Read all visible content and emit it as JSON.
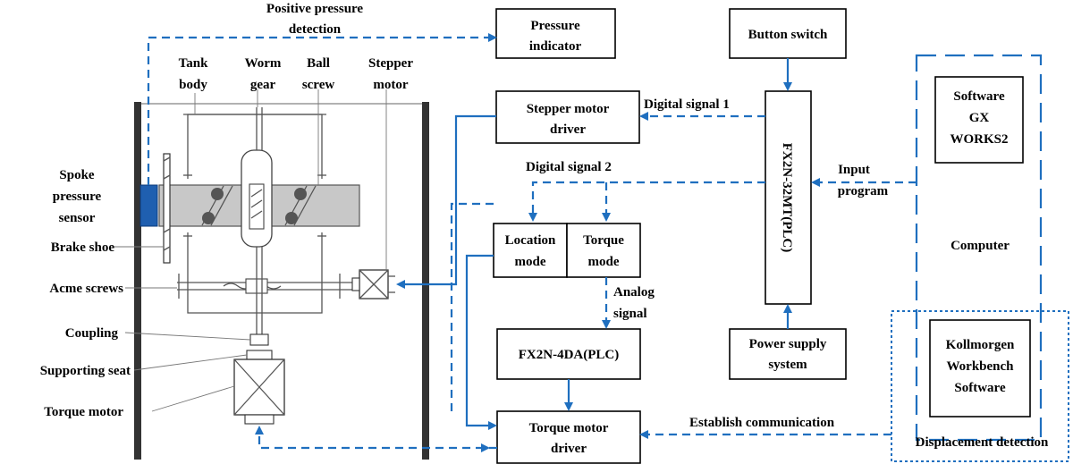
{
  "labels": {
    "positive_pressure_line1": "Positive pressure",
    "positive_pressure_line2": "detection",
    "tank_body_line1": "Tank",
    "tank_body_line2": "body",
    "worm_gear_line1": "Worm",
    "worm_gear_line2": "gear",
    "ball_screw_line1": "Ball",
    "ball_screw_line2": "screw",
    "stepper_motor_line1": "Stepper",
    "stepper_motor_line2": "motor",
    "spoke_line1": "Spoke",
    "spoke_line2": "pressure",
    "spoke_line3": "sensor",
    "brake_shoe": "Brake shoe",
    "acme_screws": "Acme screws",
    "coupling": "Coupling",
    "supporting_seat": "Supporting seat",
    "torque_motor": "Torque motor",
    "digital_signal_1": "Digital signal  1",
    "digital_signal_2": "Digital signal 2",
    "input_line1": "Input",
    "input_line2": "program",
    "analog_line1": "Analog",
    "analog_line2": "signal",
    "establish_communication": "Establish communication",
    "computer": "Computer",
    "displacement_detection": "Displacement detection"
  },
  "boxes": {
    "pressure_indicator_line1": "Pressure",
    "pressure_indicator_line2": "indicator",
    "button_switch": "Button switch",
    "stepper_driver_line1": "Stepper motor",
    "stepper_driver_line2": "driver",
    "plc_main": "FX2N-32MT(PLC)",
    "software_line1": "Software",
    "software_line2": "GX",
    "software_line3": "WORKS2",
    "location_mode_line1": "Location",
    "location_mode_line2": "mode",
    "torque_mode_line1": "Torque",
    "torque_mode_line2": "mode",
    "fx2n_4da": "FX2N-4DA(PLC)",
    "power_supply_line1": "Power supply",
    "power_supply_line2": "system",
    "kollmorgen_line1": "Kollmorgen",
    "kollmorgen_line2": "Workbench",
    "kollmorgen_line3": "Software",
    "torque_driver_line1": "Torque motor",
    "torque_driver_line2": "driver"
  },
  "colors": {
    "signal_line": "#1f6fbf",
    "sensor_fill": "#1f5fb0",
    "gear_fill": "#c8c8c8"
  }
}
